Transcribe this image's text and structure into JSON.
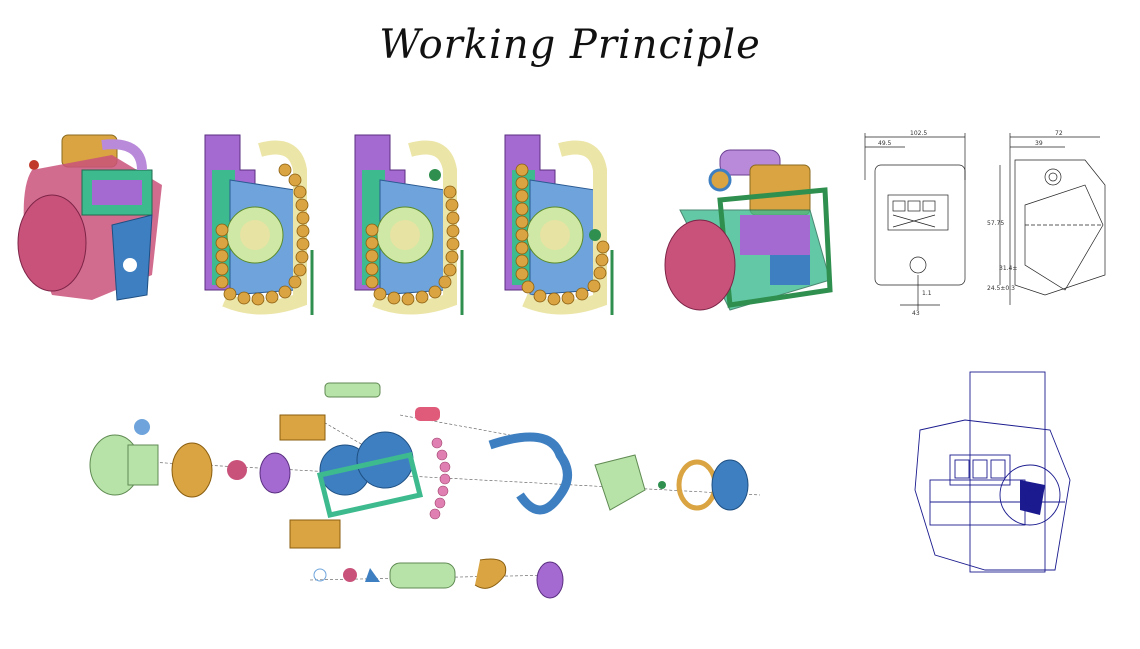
{
  "title": "Working Principle",
  "colors": {
    "magenta": "#c9527a",
    "orange": "#d9a441",
    "green": "#3dbb8f",
    "darkgreen": "#2f8f4e",
    "blue": "#3e7fc1",
    "purple": "#a56ad1",
    "lavender": "#b88ad9",
    "lightgreen": "#b7e3a8",
    "cream": "#ece5a8",
    "beads": "#d9a441",
    "pink": "#e07fb2",
    "lineart": "#1b1b8f"
  },
  "dimensions": {
    "front": [
      "102.5",
      "49.5",
      "1.1",
      "43"
    ],
    "side": [
      "72",
      "39",
      "57.75",
      "24.5±0.3",
      "31.4±"
    ]
  }
}
